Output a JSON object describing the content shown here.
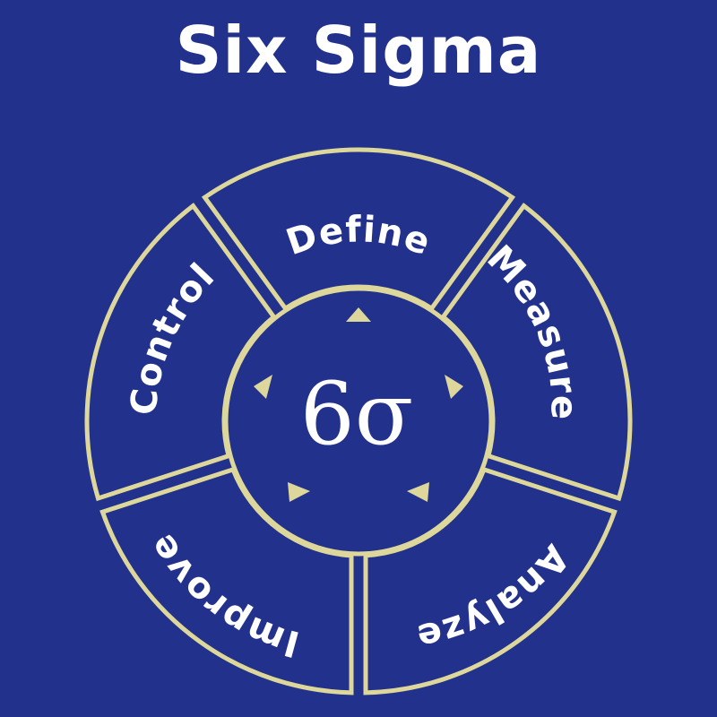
{
  "title": "Six Sigma",
  "center_symbol": "6σ",
  "colors": {
    "background": "#22328c",
    "outline": "#ddd79b",
    "text": "#ffffff"
  },
  "segments": [
    {
      "label": "Define",
      "angle": 0
    },
    {
      "label": "Measure",
      "angle": 72
    },
    {
      "label": "Analyze",
      "angle": 144
    },
    {
      "label": "Improve",
      "angle": 216
    },
    {
      "label": "Control",
      "angle": 288
    }
  ]
}
